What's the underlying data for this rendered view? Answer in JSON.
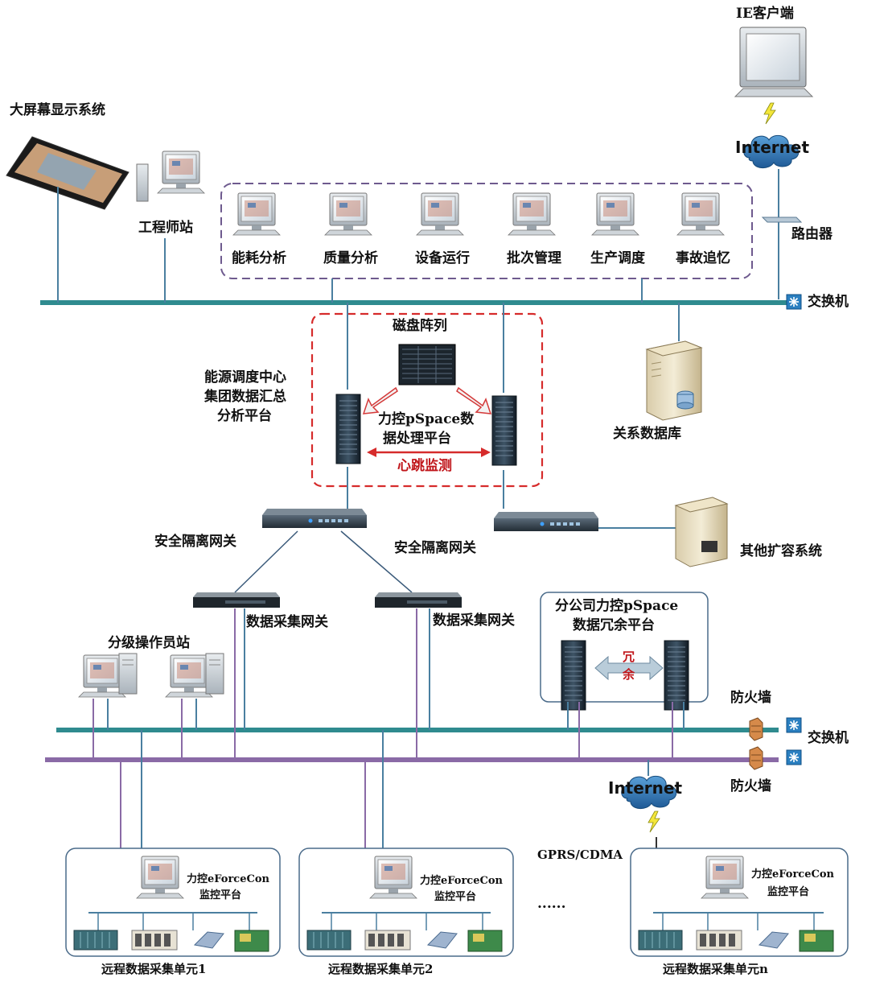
{
  "labels": {
    "ie_client": "IE客户端",
    "internet_top": "Internet",
    "router": "路由器",
    "switch_top": "交换机",
    "big_screen": "大屏幕显示系统",
    "engineer_station": "工程师站",
    "app_stations": [
      "能耗分析",
      "质量分析",
      "设备运行",
      "批次管理",
      "生产调度",
      "事故追忆"
    ],
    "disk_array": "磁盘阵列",
    "energy_center": [
      "能源调度中心",
      "集团数据汇总",
      "分析平台"
    ],
    "pspace_platform": [
      "力控pSpace数",
      "据处理平台"
    ],
    "heartbeat": "心跳监测",
    "relational_db": "关系数据库",
    "gateway_left": "安全隔离网关",
    "gateway_right": "安全隔离网关",
    "other_systems": "其他扩容系统",
    "data_gateway_1": "数据采集网关",
    "data_gateway_2": "数据采集网关",
    "branch_platform": [
      "分公司力控pSpace",
      "数据冗余平台"
    ],
    "redundant": [
      "冗",
      "余"
    ],
    "operator_stations": "分级操作员站",
    "firewall_top": "防火墙",
    "switch_bottom": "交换机",
    "firewall_bottom": "防火墙",
    "internet_bottom": "Internet",
    "gprs": "GPRS/CDMA",
    "ellipsis": "......",
    "remote_units": [
      {
        "platform": "力控eForceCon",
        "platform2": "监控平台",
        "name": "远程数据采集单元1"
      },
      {
        "platform": "力控eForceCon",
        "platform2": "监控平台",
        "name": "远程数据采集单元2"
      },
      {
        "platform": "力控eForceCon",
        "platform2": "监控平台",
        "name": "远程数据采集单元n"
      }
    ]
  },
  "colors": {
    "backbone": "#2f8b8f",
    "purple_bus": "#8a6aa6",
    "dashed_purple": "#6e5a8e",
    "dashed_red": "#d62b2b",
    "line": "#4a7fa0"
  }
}
